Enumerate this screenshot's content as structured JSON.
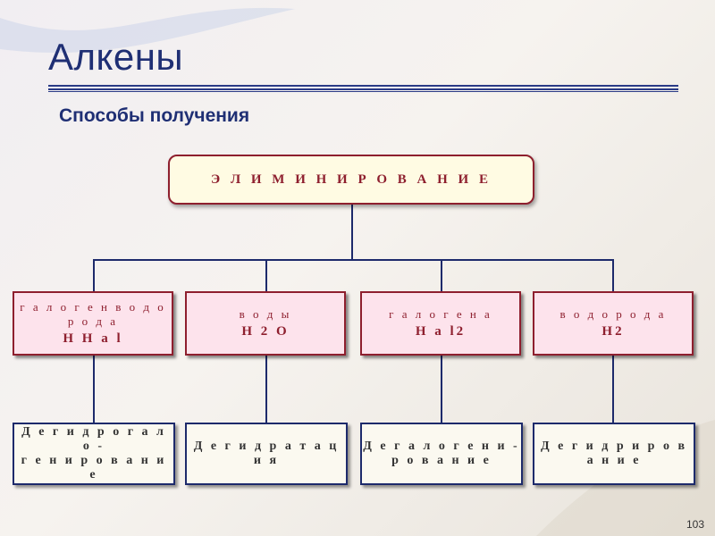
{
  "slide": {
    "title": "Алкены",
    "subtitle": "Способы получения",
    "page_number": "103"
  },
  "diagram": {
    "root": "Э Л И М И Н И Р О В А Н И Е",
    "branches": [
      {
        "reagent": "г а л о г е н в о д о р о д а",
        "formula": "H H a l",
        "result_1": "Д е г и д р о г а л о -",
        "result_2": "г е н и р о в а н и е"
      },
      {
        "reagent": "в о д ы",
        "formula": "H 2 O",
        "result_1": "Д е г и д р а т а ц и я",
        "result_2": ""
      },
      {
        "reagent": "г а л о г е н а",
        "formula": "H a l2",
        "result_1": "Д е г а л о г е н и -",
        "result_2": "р о в а н и е"
      },
      {
        "reagent": "в о д о р о д а",
        "formula": "H2",
        "result_1": "Д е г и д р и р о в а н и е",
        "result_2": ""
      }
    ]
  }
}
